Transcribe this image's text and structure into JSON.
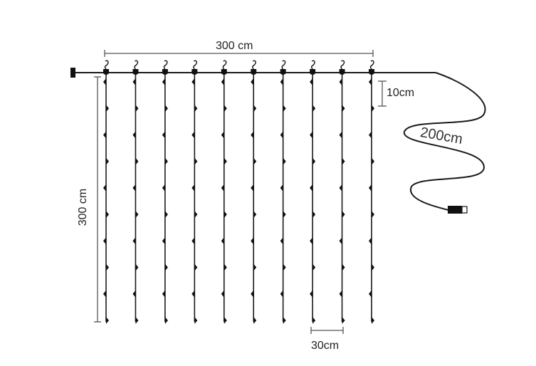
{
  "labels": {
    "width": "300 cm",
    "height": "300 cm",
    "bead_spacing": "10cm",
    "cable_length": "200cm",
    "strand_spacing": "30cm"
  },
  "strand_count": 10,
  "beads_per_strand": 10,
  "colors": {
    "line": "#1a1a1a",
    "dim": "#555555"
  }
}
